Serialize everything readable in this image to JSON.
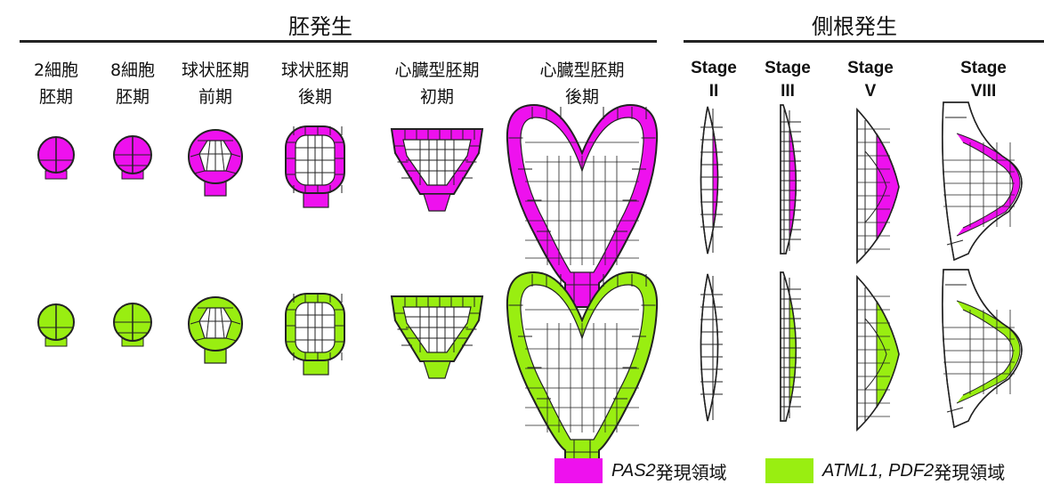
{
  "header": {
    "embryogenesis_title": "胚発生",
    "lateral_root_title": "側根発生"
  },
  "embryo_columns": [
    {
      "line1": "2細胞",
      "line2": "胚期"
    },
    {
      "line1": "8細胞",
      "line2": "胚期"
    },
    {
      "line1": "球状胚期",
      "line2": "前期"
    },
    {
      "line1": "球状胚期",
      "line2": "後期"
    },
    {
      "line1": "心臓型胚期",
      "line2": "初期"
    },
    {
      "line1": "心臓型胚期",
      "line2": "後期"
    }
  ],
  "root_columns": [
    {
      "line1": "Stage",
      "line2": "II"
    },
    {
      "line1": "Stage",
      "line2": "III"
    },
    {
      "line1": "Stage",
      "line2": "V"
    },
    {
      "line1": "Stage",
      "line2": "VIII"
    }
  ],
  "legend": {
    "pas2_gene": "PAS2",
    "pas2_suffix": "発現領域",
    "atml1_gene": "ATML1, PDF2",
    "atml1_suffix": "発現領域"
  },
  "colors": {
    "pas2": "#ee11ee",
    "atml1": "#99ee11",
    "outline": "#222222"
  }
}
